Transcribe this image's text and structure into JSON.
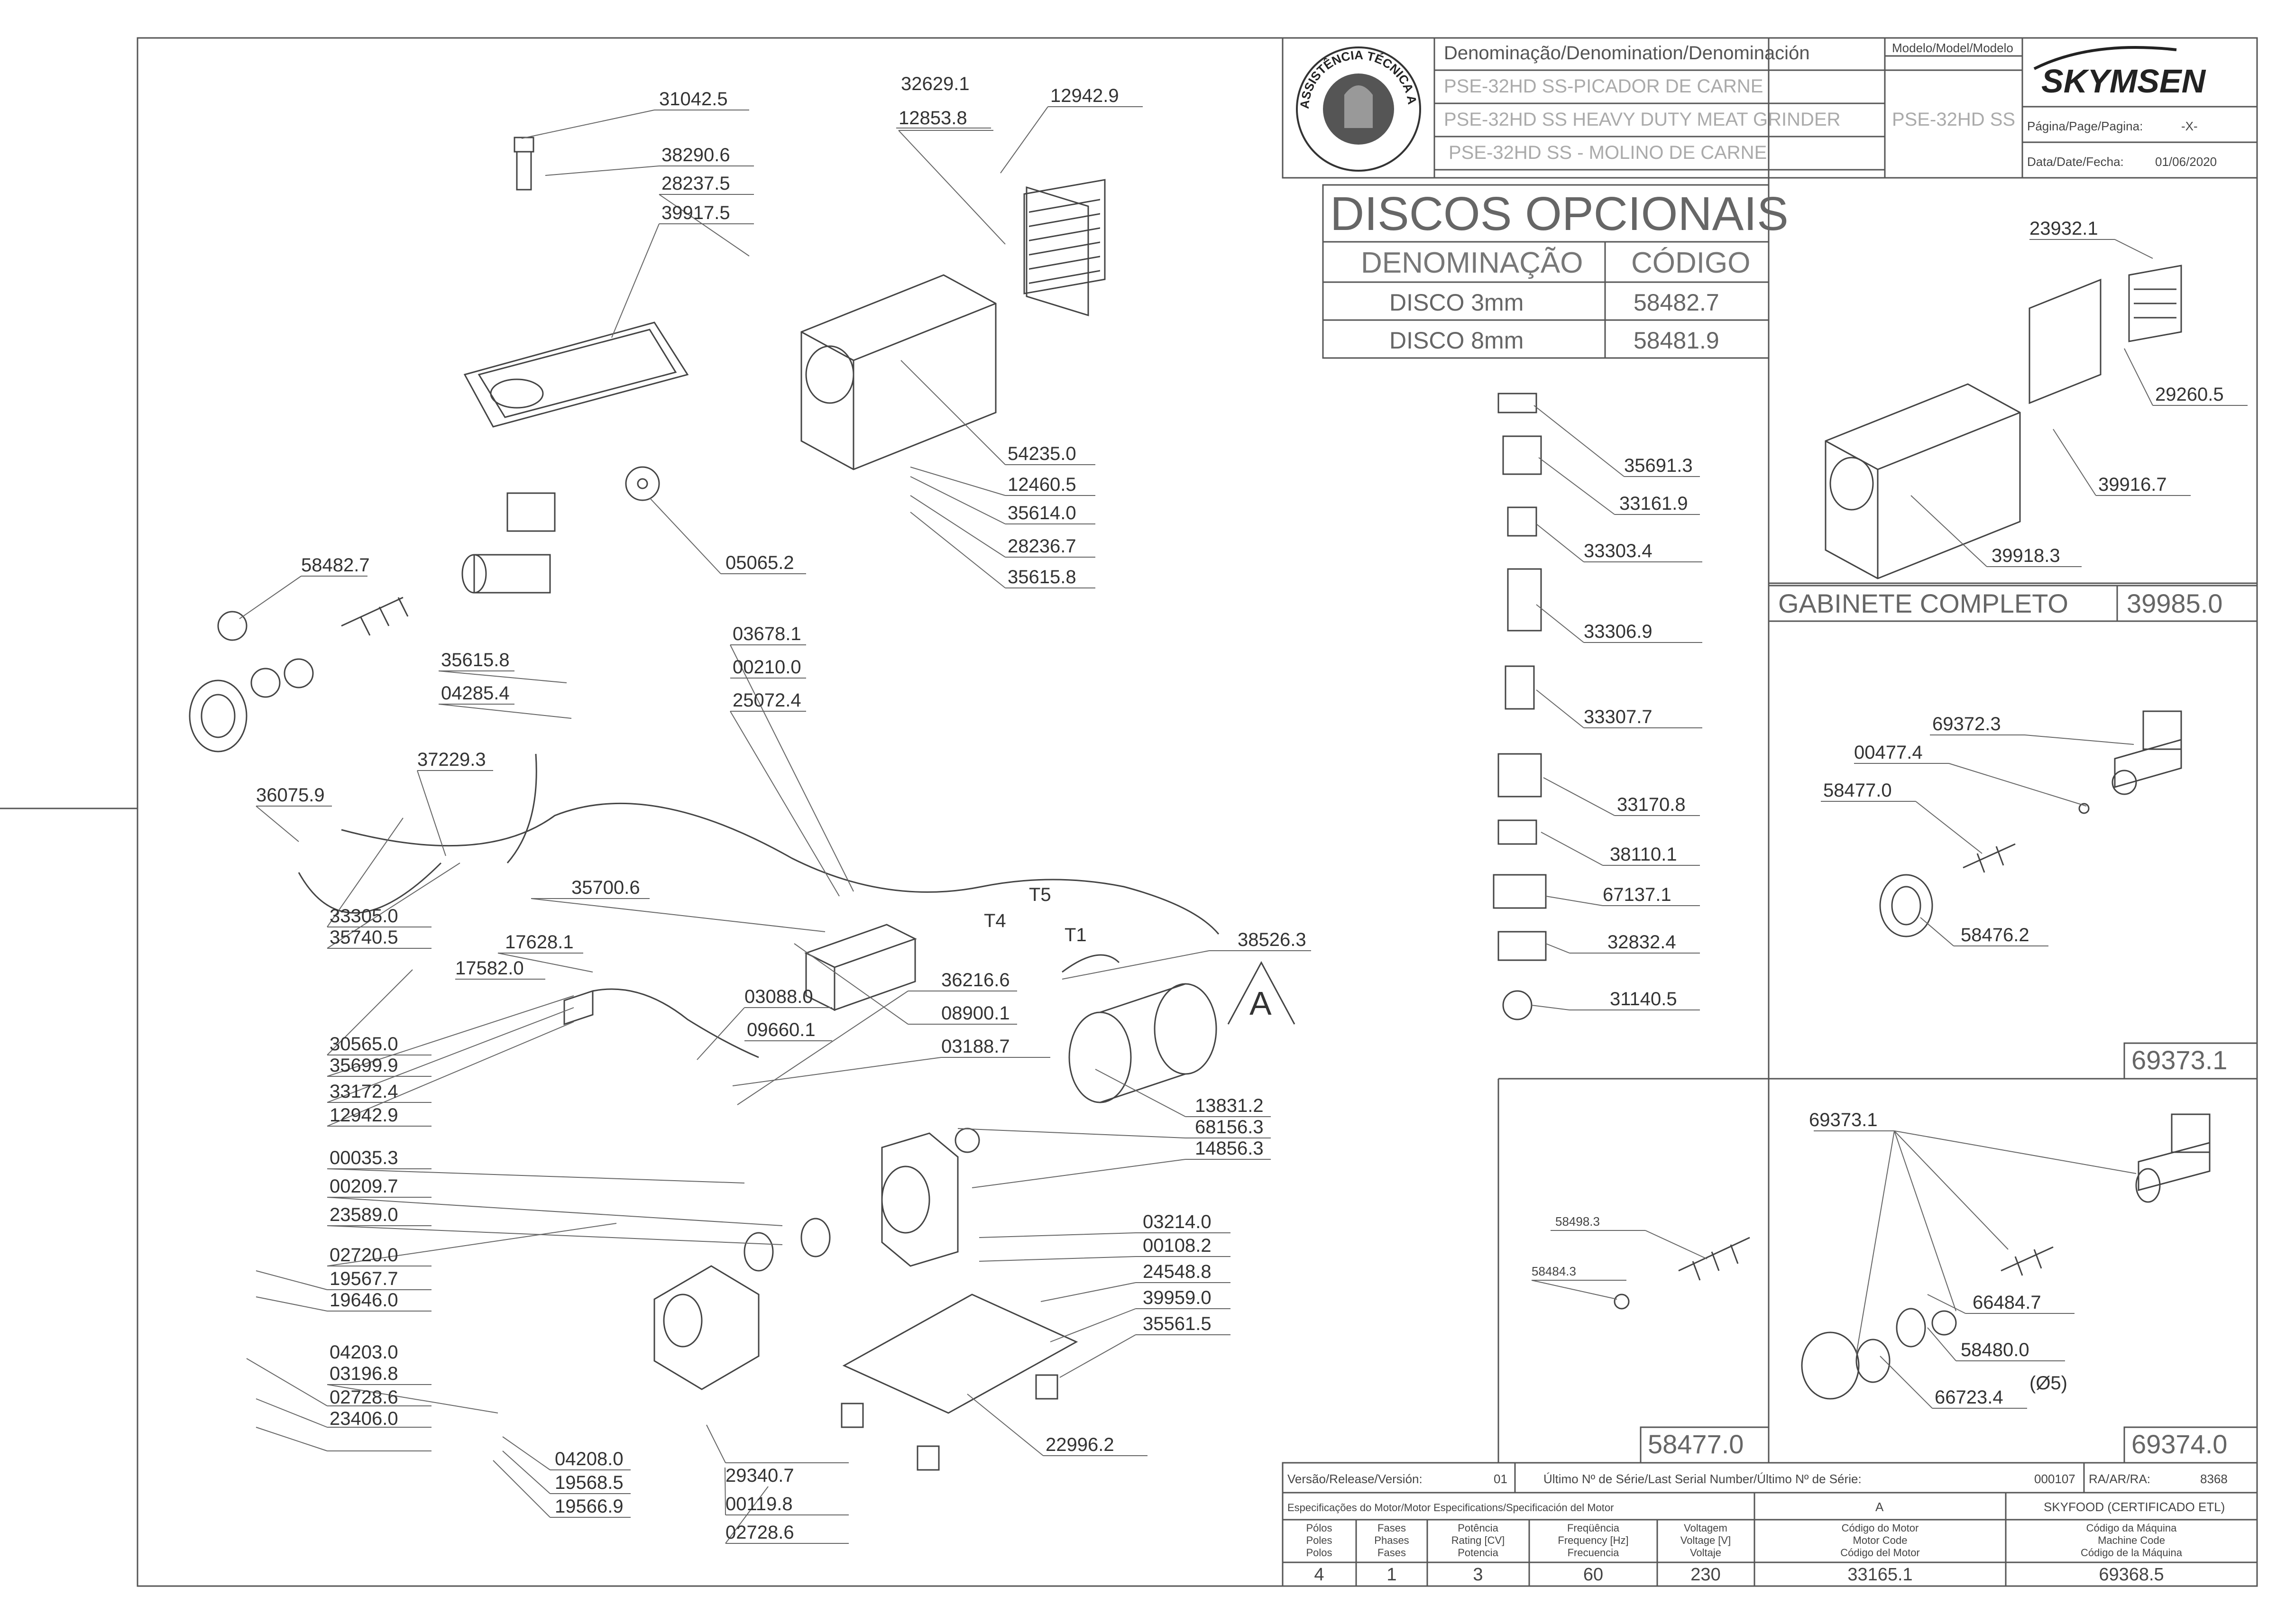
{
  "title_block": {
    "denomination_header": "Denominação/Denomination/Denominación",
    "model_header": "Modelo/Model/Modelo",
    "name_pt": "PSE-32HD SS-PICADOR DE CARNE",
    "name_en": "PSE-32HD SS HEAVY DUTY MEAT GRINDER",
    "name_es": "PSE-32HD SS - MOLINO DE CARNE",
    "model": "PSE-32HD SS",
    "brand": "SKYMSEN",
    "page_label": "Página/Page/Pagina:",
    "page_value": "-X-",
    "date_label": "Data/Date/Fecha:",
    "date_value": "01/06/2020",
    "seal_text": "ASSISTÊNCIA TÉCNICA AUTORIZADA"
  },
  "discos": {
    "title": "DISCOS OPCIONAIS",
    "col_name": "DENOMINAÇÃO",
    "col_code": "CÓDIGO",
    "rows": [
      {
        "name": "DISCO 3mm",
        "code": "58482.7"
      },
      {
        "name": "DISCO 8mm",
        "code": "58481.9"
      }
    ]
  },
  "gabinete": {
    "label": "GABINETE COMPLETO",
    "code": "39985.0"
  },
  "kit_codes": {
    "k1": "69373.1",
    "k2": "58477.0",
    "k3": "69374.0"
  },
  "extra_labels": {
    "t5": "T5",
    "t4": "T4",
    "t1": "T1",
    "a": "A",
    "phi": "(Ø5)"
  },
  "parts": {
    "p1": "31042.5",
    "p2": "38290.6",
    "p3": "28237.5",
    "p4": "39917.5",
    "p5": "32629.1",
    "p6": "12853.8",
    "p7": "12942.9",
    "p8": "54235.0",
    "p9": "12460.5",
    "p10": "35614.0",
    "p11": "28236.7",
    "p12": "35615.8",
    "p13": "05065.2",
    "p14": "58482.7",
    "p15": "35615.8",
    "p16": "04285.4",
    "p17": "03678.1",
    "p18": "00210.0",
    "p19": "25072.4",
    "p20": "37229.3",
    "p21": "36075.9",
    "p22": "33305.0",
    "p23": "35740.5",
    "p24": "35700.6",
    "p25": "38526.3",
    "p26": "17628.1",
    "p27": "17582.0",
    "p28": "36216.6",
    "p29": "03088.0",
    "p30": "08900.1",
    "p31": "09660.1",
    "p32": "03188.7",
    "p33": "30565.0",
    "p34": "35699.9",
    "p35": "33172.4",
    "p36": "12942.9",
    "p37": "13831.2",
    "p38": "68156.3",
    "p39": "14856.3",
    "p40": "00035.3",
    "p41": "00209.7",
    "p42": "23589.0",
    "p43": "03214.0",
    "p44": "00108.2",
    "p45": "24548.8",
    "p46": "39959.0",
    "p47": "35561.5",
    "p48": "02720.0",
    "p49": "19567.7",
    "p50": "19646.0",
    "p51": "04203.0",
    "p52": "03196.8",
    "p53": "02728.6",
    "p54": "23406.0",
    "p55": "04208.0",
    "p56": "19568.5",
    "p57": "19566.9",
    "p58": "29340.7",
    "p59": "00119.8",
    "p60": "02728.6",
    "p61": "22996.2"
  },
  "labels_col": {
    "l1": "35691.3",
    "l2": "33161.9",
    "l3": "33303.4",
    "l4": "33306.9",
    "l5": "33307.7",
    "l6": "33170.8",
    "l7": "38110.1",
    "l8": "67137.1",
    "l9": "32832.4",
    "l10": "31140.5"
  },
  "cabinet_parts": {
    "c1": "23932.1",
    "c2": "29260.5",
    "c3": "39916.7",
    "c4": "39918.3"
  },
  "kit1_parts": {
    "a1": "69372.3",
    "a2": "00477.4",
    "a3": "58477.0",
    "a4": "58476.2"
  },
  "kit2_parts": {
    "b1": "58498.3",
    "b2": "58484.3"
  },
  "kit3_parts": {
    "d1": "69373.1",
    "d2": "66484.7",
    "d3": "58480.0",
    "d4": "66723.4"
  },
  "footer": {
    "version_label": "Versão/Release/Versión:",
    "version_value": "01",
    "serial_label": "Último Nº de Série/Last Serial Number/Último Nº de Série:",
    "serial_value": "000107",
    "ra_label": "RA/AR/RA:",
    "ra_value": "8368",
    "motor_spec": "Especificações do Motor/Motor Especifications/Specificación del Motor",
    "motor_letter": "A",
    "certified": "SKYFOOD (CERTIFICADO ETL)",
    "h_poles": [
      "Pólos",
      "Poles",
      "Polos"
    ],
    "h_phases": [
      "Fases",
      "Phases",
      "Fases"
    ],
    "h_power": [
      "Potência",
      "Rating [CV]",
      "Potencia"
    ],
    "h_freq": [
      "Freqüência",
      "Frequency [Hz]",
      "Frecuencia"
    ],
    "h_volt": [
      "Voltagem",
      "Voltage [V]",
      "Voltaje"
    ],
    "h_motor_code": [
      "Código do Motor",
      "Motor Code",
      "Código del Motor"
    ],
    "h_machine_code": [
      "Código da Máquina",
      "Machine Code",
      "Código de la Máquina"
    ],
    "poles": "4",
    "phases": "1",
    "power": "3",
    "freq": "60",
    "volt": "230",
    "motor_code": "33165.1",
    "machine_code": "69368.5"
  }
}
